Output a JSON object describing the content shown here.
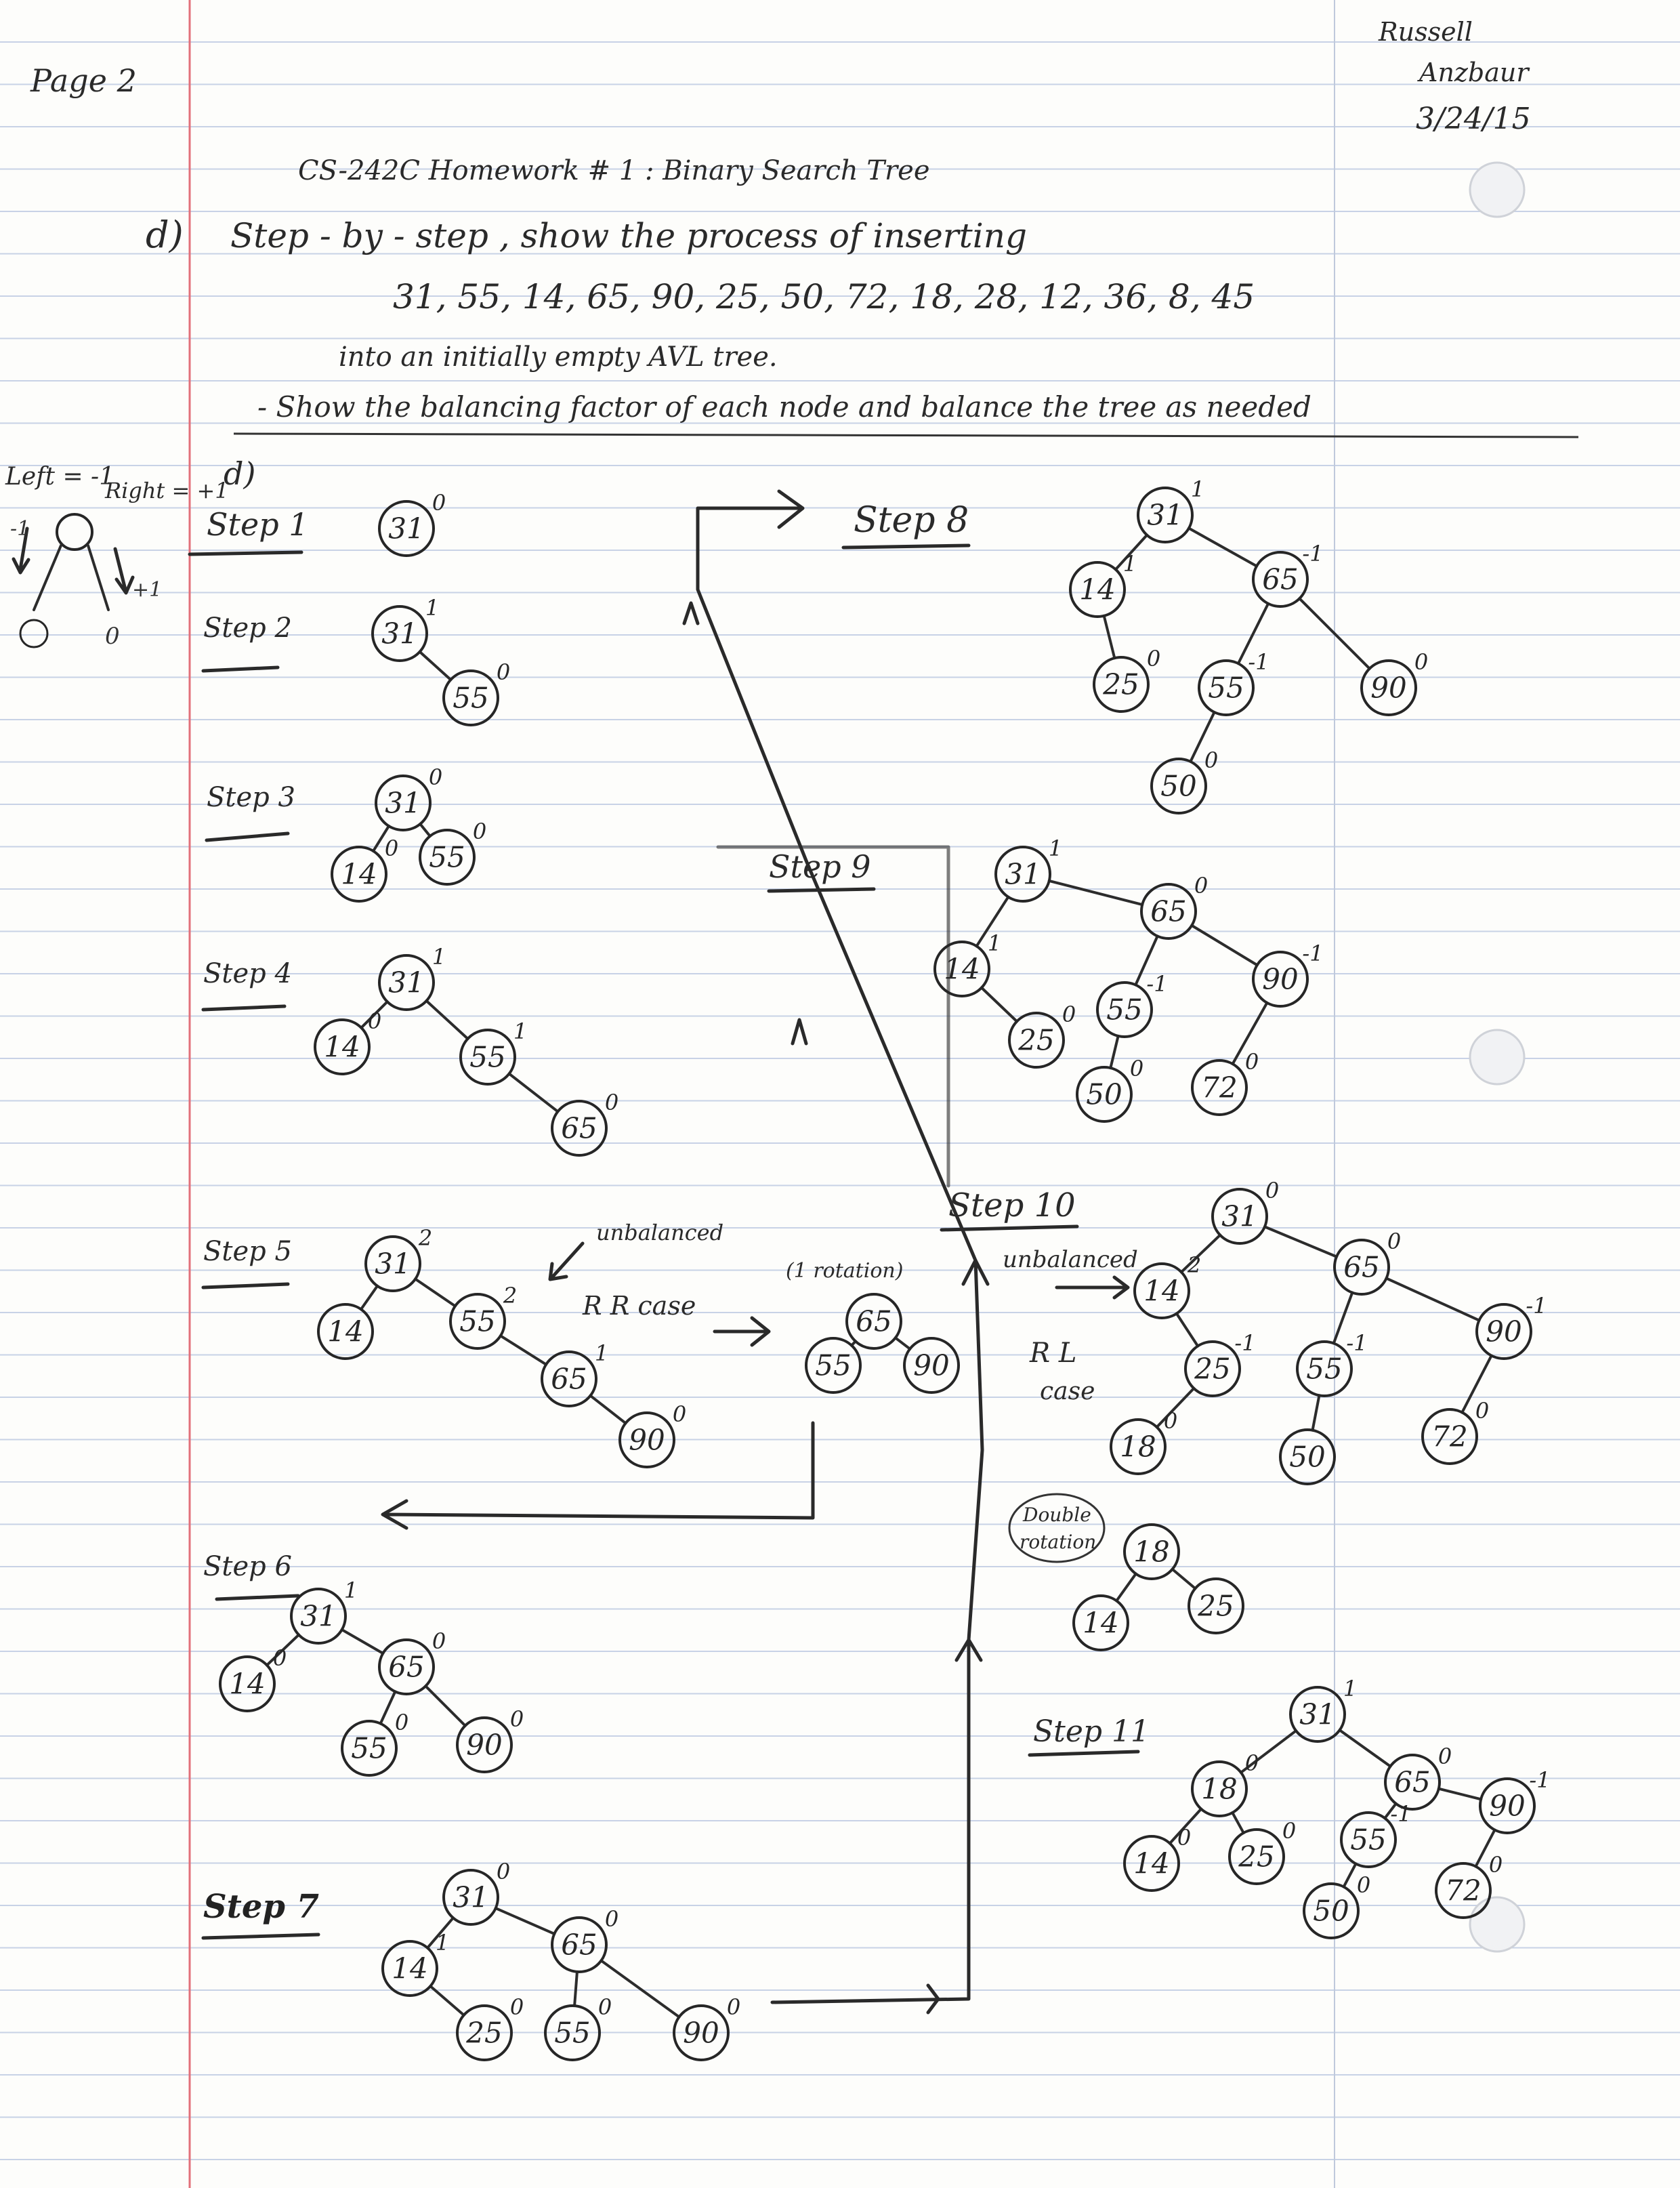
{
  "header": {
    "page_label": "Page 2",
    "author_first": "Russell",
    "author_last": "Anzbaur",
    "date": "3/24/15",
    "title": "CS-242C Homework # 1 : Binary Search Tree"
  },
  "question": {
    "letter": "d)",
    "line1": "Step - by - step , show the process of inserting",
    "line2": "31, 55, 14, 65, 90, 25, 50, 72, 18, 28, 12, 36, 8, 45",
    "line3": "into an initially empty AVL tree.",
    "line4": "- Show the balancing factor of each node and balance the tree as needed"
  },
  "answer_letter": "d)",
  "legend": {
    "left_label": "Left = -1",
    "right_label": "Right = +1",
    "left_value": "-1",
    "right_value": "+1"
  },
  "steps": {
    "step1": "Step 1",
    "step2": "Step 2",
    "step3": "Step 3",
    "step4": "Step 4",
    "step5": "Step 5",
    "step6": "Step 6",
    "step7": "Step 7",
    "step8": "Step 8",
    "step9": "Step 9",
    "step10": "Step 10",
    "step11": "Step 11"
  },
  "notes": {
    "unbalanced": "unbalanced",
    "rr_case": "R R case",
    "one_rotation": "(1 rotation)",
    "rl_case_1": "R L",
    "rl_case_2": "case",
    "double_rotation_1": "Double",
    "double_rotation_2": "rotation"
  },
  "trees": {
    "step1": [
      {
        "v": "31",
        "b": "0"
      }
    ],
    "step2": [
      {
        "v": "31",
        "b": "1"
      },
      {
        "v": "55",
        "b": "0"
      }
    ],
    "step3": [
      {
        "v": "31",
        "b": "0"
      },
      {
        "v": "14",
        "b": "0"
      },
      {
        "v": "55",
        "b": "0"
      }
    ],
    "step4": [
      {
        "v": "31",
        "b": "1"
      },
      {
        "v": "14",
        "b": "0"
      },
      {
        "v": "55",
        "b": "1"
      },
      {
        "v": "65",
        "b": "0"
      }
    ],
    "step5": [
      {
        "v": "31",
        "b": "2"
      },
      {
        "v": "14",
        "b": ""
      },
      {
        "v": "55",
        "b": "2"
      },
      {
        "v": "65",
        "b": "1"
      },
      {
        "v": "90",
        "b": "0"
      }
    ],
    "step5_rot": [
      {
        "v": "65",
        "b": ""
      },
      {
        "v": "55",
        "b": ""
      },
      {
        "v": "90",
        "b": ""
      }
    ],
    "step6": [
      {
        "v": "31",
        "b": "1"
      },
      {
        "v": "14",
        "b": "0"
      },
      {
        "v": "65",
        "b": "0"
      },
      {
        "v": "55",
        "b": "0"
      },
      {
        "v": "90",
        "b": "0"
      }
    ],
    "step7": [
      {
        "v": "31",
        "b": "0"
      },
      {
        "v": "14",
        "b": "1"
      },
      {
        "v": "65",
        "b": "0"
      },
      {
        "v": "25",
        "b": "0"
      },
      {
        "v": "55",
        "b": "0"
      },
      {
        "v": "90",
        "b": "0"
      }
    ],
    "step8": [
      {
        "v": "31",
        "b": "1"
      },
      {
        "v": "14",
        "b": "1"
      },
      {
        "v": "65",
        "b": "-1"
      },
      {
        "v": "25",
        "b": "0"
      },
      {
        "v": "55",
        "b": "-1"
      },
      {
        "v": "90",
        "b": "0"
      },
      {
        "v": "50",
        "b": "0"
      }
    ],
    "step9": [
      {
        "v": "31",
        "b": "1"
      },
      {
        "v": "14",
        "b": "1"
      },
      {
        "v": "65",
        "b": "0"
      },
      {
        "v": "25",
        "b": "0"
      },
      {
        "v": "55",
        "b": "-1"
      },
      {
        "v": "90",
        "b": "-1"
      },
      {
        "v": "50",
        "b": "0"
      },
      {
        "v": "72",
        "b": "0"
      }
    ],
    "step10": [
      {
        "v": "31",
        "b": "0"
      },
      {
        "v": "14",
        "b": "2"
      },
      {
        "v": "65",
        "b": "0"
      },
      {
        "v": "25",
        "b": "-1"
      },
      {
        "v": "55",
        "b": "-1"
      },
      {
        "v": "90",
        "b": "-1"
      },
      {
        "v": "18",
        "b": "0"
      },
      {
        "v": "50",
        "b": ""
      },
      {
        "v": "72",
        "b": "0"
      }
    ],
    "step10_rot": [
      {
        "v": "18",
        "b": ""
      },
      {
        "v": "14",
        "b": ""
      },
      {
        "v": "25",
        "b": ""
      }
    ],
    "step11": [
      {
        "v": "31",
        "b": "1"
      },
      {
        "v": "18",
        "b": "0"
      },
      {
        "v": "65",
        "b": "0"
      },
      {
        "v": "14",
        "b": "0"
      },
      {
        "v": "25",
        "b": "0"
      },
      {
        "v": "55",
        "b": "-1"
      },
      {
        "v": "90",
        "b": "-1"
      },
      {
        "v": "50",
        "b": "0"
      },
      {
        "v": "72",
        "b": "0"
      }
    ]
  }
}
